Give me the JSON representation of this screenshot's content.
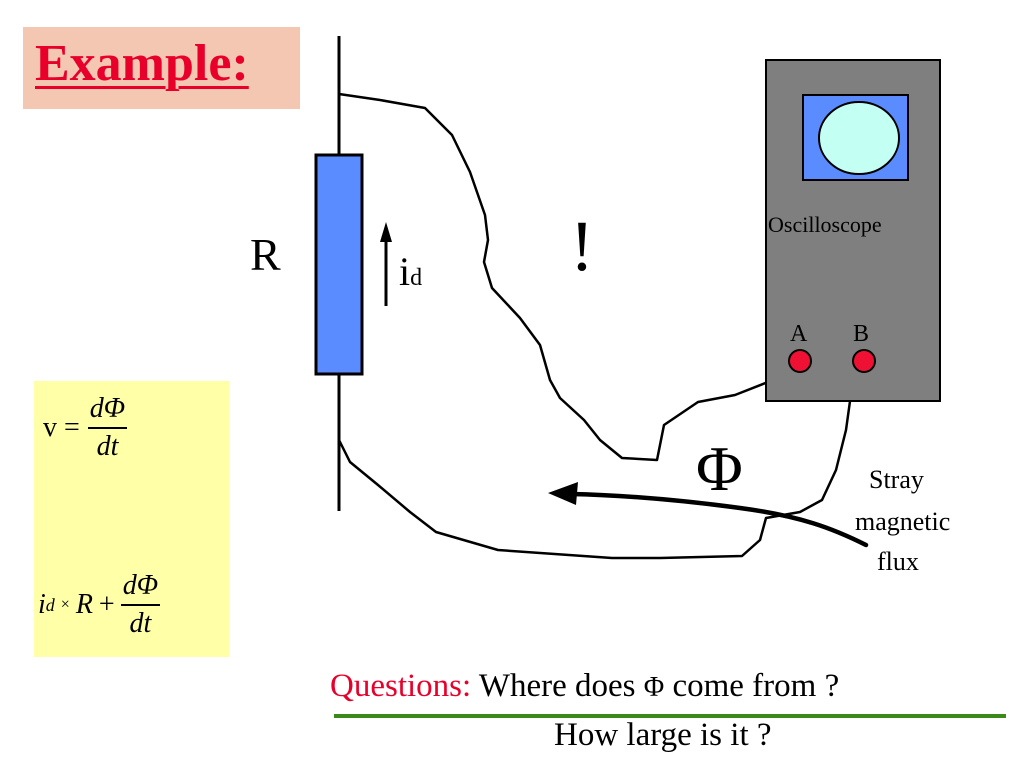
{
  "title": "Example:",
  "diagram": {
    "resistor_label": "R",
    "current_label": "i",
    "current_subscript": "d",
    "exclamation": "!",
    "oscilloscope_label": "Oscilloscope",
    "terminal_a": "A",
    "terminal_b": "B",
    "flux_symbol": "Φ",
    "stray_flux_line1": "Stray",
    "stray_flux_line2": "magnetic",
    "stray_flux_line3": "flux"
  },
  "formulas": {
    "eq1_lhs": "v =",
    "eq1_num": "dΦ",
    "eq1_den": "dt",
    "eq2_i": "i",
    "eq2_sub": "d",
    "eq2_times": "×",
    "eq2_r": "R",
    "eq2_plus": "+",
    "eq2_num": "dΦ",
    "eq2_den": "dt"
  },
  "questions": {
    "label": "Questions:",
    "q1_a": "Where does",
    "q1_phi": "Φ",
    "q1_b": "come from ?",
    "q2": "How large is it ?"
  },
  "colors": {
    "accent_red": "#e8002a",
    "resistor_blue": "#5b8cff",
    "scope_gray": "#7f7f7f",
    "scope_screen": "#c4fff4",
    "terminal_red": "#ee1133",
    "formula_bg": "#ffffa8",
    "title_bg": "#f4c7b3",
    "underline_green": "#3a8a1a"
  }
}
